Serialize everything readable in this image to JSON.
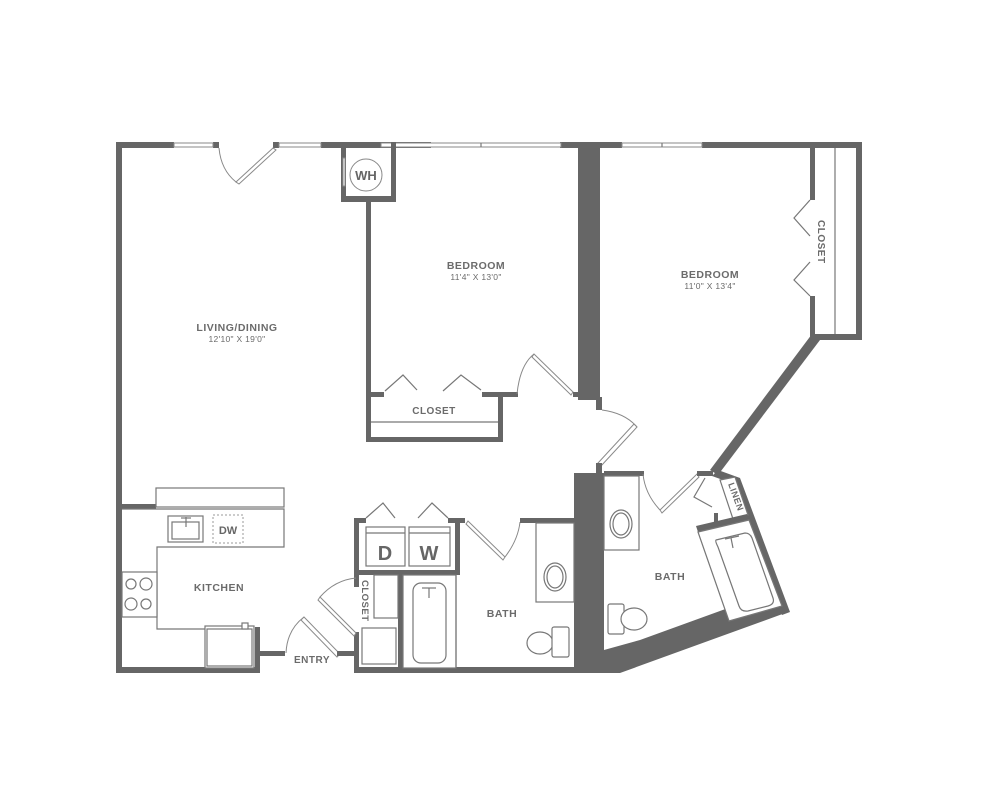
{
  "colors": {
    "wall": "#666666",
    "fixture_line": "#777777",
    "text": "#6b6b6b",
    "background": "#ffffff"
  },
  "rooms": {
    "living_dining": {
      "label": "LIVING/DINING",
      "dimensions": "12'10\" X 19'0\""
    },
    "bedroom_1": {
      "label": "BEDROOM",
      "dimensions": "11'4\" X 13'0\""
    },
    "bedroom_2": {
      "label": "BEDROOM",
      "dimensions": "11'0\" X 13'4\""
    },
    "kitchen": {
      "label": "KITCHEN"
    },
    "entry": {
      "label": "ENTRY"
    },
    "bath_1": {
      "label": "BATH"
    },
    "bath_2": {
      "label": "BATH"
    },
    "closet_bedroom_1": {
      "label": "CLOSET"
    },
    "closet_bedroom_2": {
      "label": "CLOSET"
    },
    "closet_entry": {
      "label": "CLOSET"
    },
    "linen": {
      "label": "LINEN"
    }
  },
  "fixtures": {
    "water_heater": "WH",
    "dishwasher": "DW",
    "dryer": "D",
    "washer": "W"
  }
}
